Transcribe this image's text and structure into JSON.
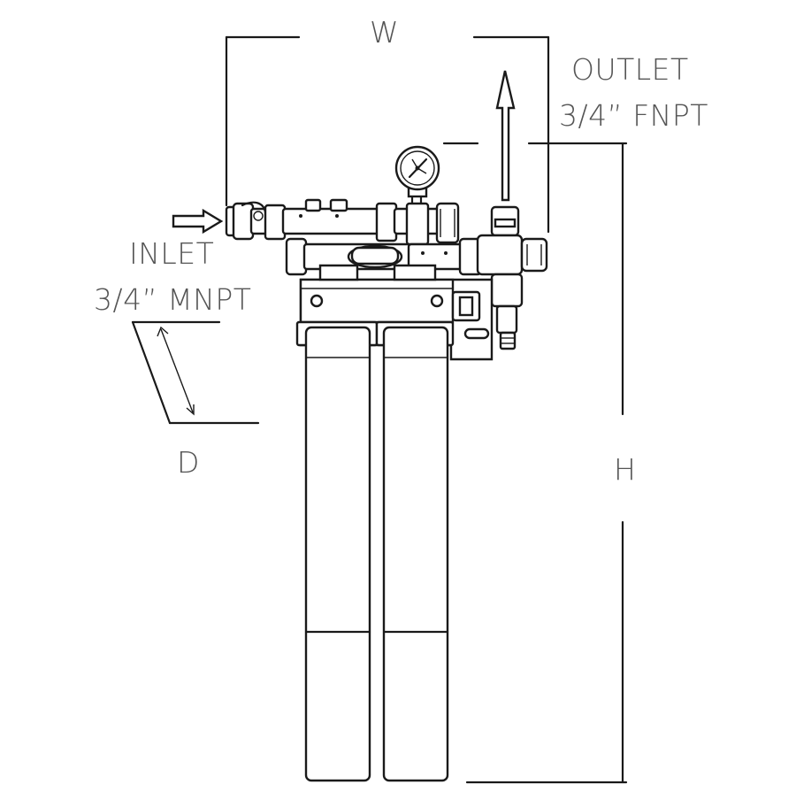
{
  "labels": {
    "width": "W",
    "height": "H",
    "depth": "D",
    "inlet_title": "INLET",
    "inlet_size": "3/4” MNPT",
    "outlet_title": "OUTLET",
    "outlet_size": "3/4” FNPT"
  },
  "colors": {
    "line": "#1a1a1a",
    "label": "#555555",
    "background": "#ffffff"
  }
}
